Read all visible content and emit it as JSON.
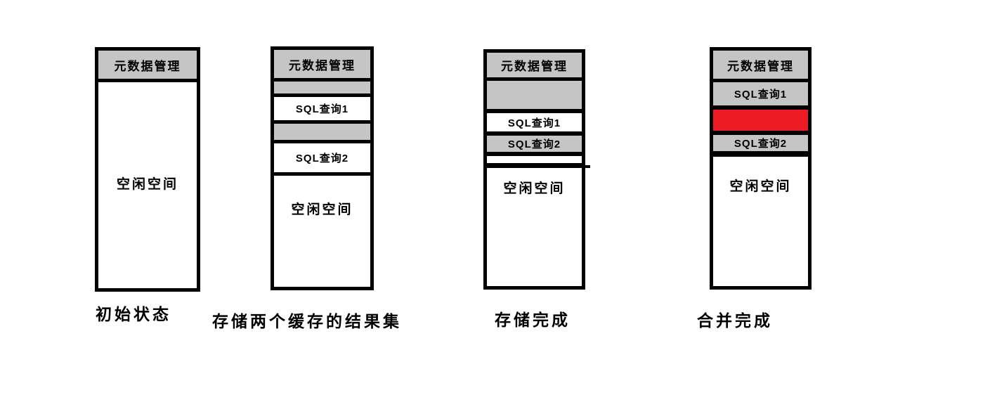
{
  "colors": {
    "gray": "#c5c5c5",
    "red": "#ed1c24",
    "white": "#ffffff",
    "border": "#000000"
  },
  "columns": [
    {
      "header": "元数据管理",
      "caption": "初始状态",
      "segments": [
        {
          "text": "空闲空间",
          "fill": "white"
        }
      ]
    },
    {
      "header": "元数据管理",
      "caption": "存储两个缓存的结果集",
      "segments": [
        {
          "text": "",
          "fill": "gray"
        },
        {
          "text": "SQL查询1",
          "fill": "white"
        },
        {
          "text": "",
          "fill": "gray"
        },
        {
          "text": "SQL查询2",
          "fill": "white"
        },
        {
          "text": "空闲空间",
          "fill": "white"
        }
      ]
    },
    {
      "header": "元数据管理",
      "caption": "存储完成",
      "segments": [
        {
          "text": "",
          "fill": "gray"
        },
        {
          "text": "SQL查询1",
          "fill": "white"
        },
        {
          "text": "SQL查询2",
          "fill": "gray"
        },
        {
          "text": "",
          "fill": "white"
        },
        {
          "text": "空闲空间",
          "fill": "white"
        }
      ]
    },
    {
      "header": "元数据管理",
      "caption": "合并完成",
      "segments": [
        {
          "text": "SQL查询1",
          "fill": "gray"
        },
        {
          "text": "",
          "fill": "red"
        },
        {
          "text": "SQL查询2",
          "fill": "gray"
        },
        {
          "text": "空闲空间",
          "fill": "white"
        }
      ]
    }
  ]
}
